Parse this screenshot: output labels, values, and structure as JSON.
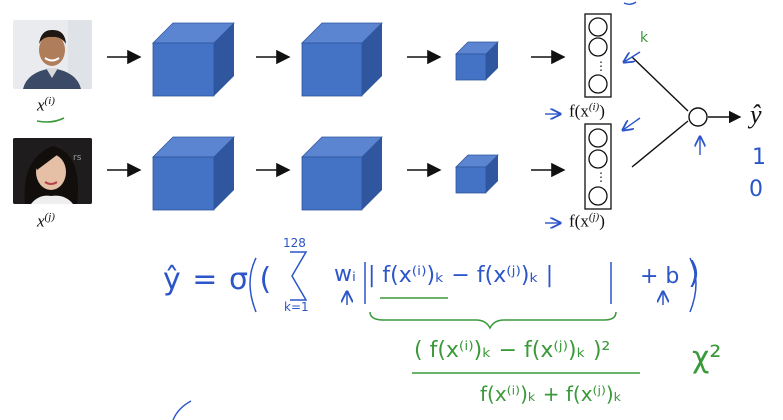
{
  "inputs": [
    {
      "label_main": "x",
      "label_sup": "(i)"
    },
    {
      "label_main": "x",
      "label_sup": "(j)"
    }
  ],
  "outputs": [
    {
      "label_main": "f(x",
      "label_sup": "(i)",
      "label_close": ")"
    },
    {
      "label_main": "f(x",
      "label_sup": "(j)",
      "label_close": ")"
    }
  ],
  "result": {
    "label": "ŷ"
  },
  "annotations": {
    "k_mark": "k",
    "targets": [
      "1",
      "0"
    ],
    "formula": {
      "lhs": "ŷ = σ (",
      "sum_top": "128",
      "sum_bottom": "k=1",
      "weight": "wᵢ",
      "abs_diff": "| f(x⁽ⁱ⁾)ₖ  −  f(x⁽ʲ⁾)ₖ |",
      "bias": "+ b",
      "close": ")"
    },
    "chi_numerator": "( f(x⁽ⁱ⁾)ₖ − f(x⁽ʲ⁾)ₖ )²",
    "chi_denominator": "f(x⁽ⁱ⁾)ₖ + f(x⁽ʲ⁾)ₖ",
    "chi_label": "χ²"
  },
  "colors": {
    "cube_front": "#4472C4",
    "cube_top": "#5B84D1",
    "cube_side": "#2F569E",
    "ink_blue": "#2b55c9",
    "ink_green": "#3a9a3a"
  }
}
